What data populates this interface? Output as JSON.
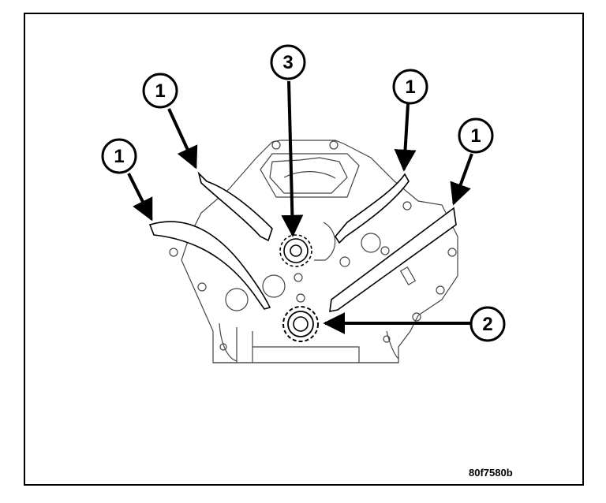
{
  "figure_code": "80f7580b",
  "callouts": [
    {
      "id": "callout-guide-left-outer",
      "label": "1"
    },
    {
      "id": "callout-guide-left-inner",
      "label": "1"
    },
    {
      "id": "callout-idler-gear",
      "label": "3"
    },
    {
      "id": "callout-guide-right-inner",
      "label": "1"
    },
    {
      "id": "callout-guide-right-outer",
      "label": "1"
    },
    {
      "id": "callout-crank-sprocket",
      "label": "2"
    }
  ]
}
